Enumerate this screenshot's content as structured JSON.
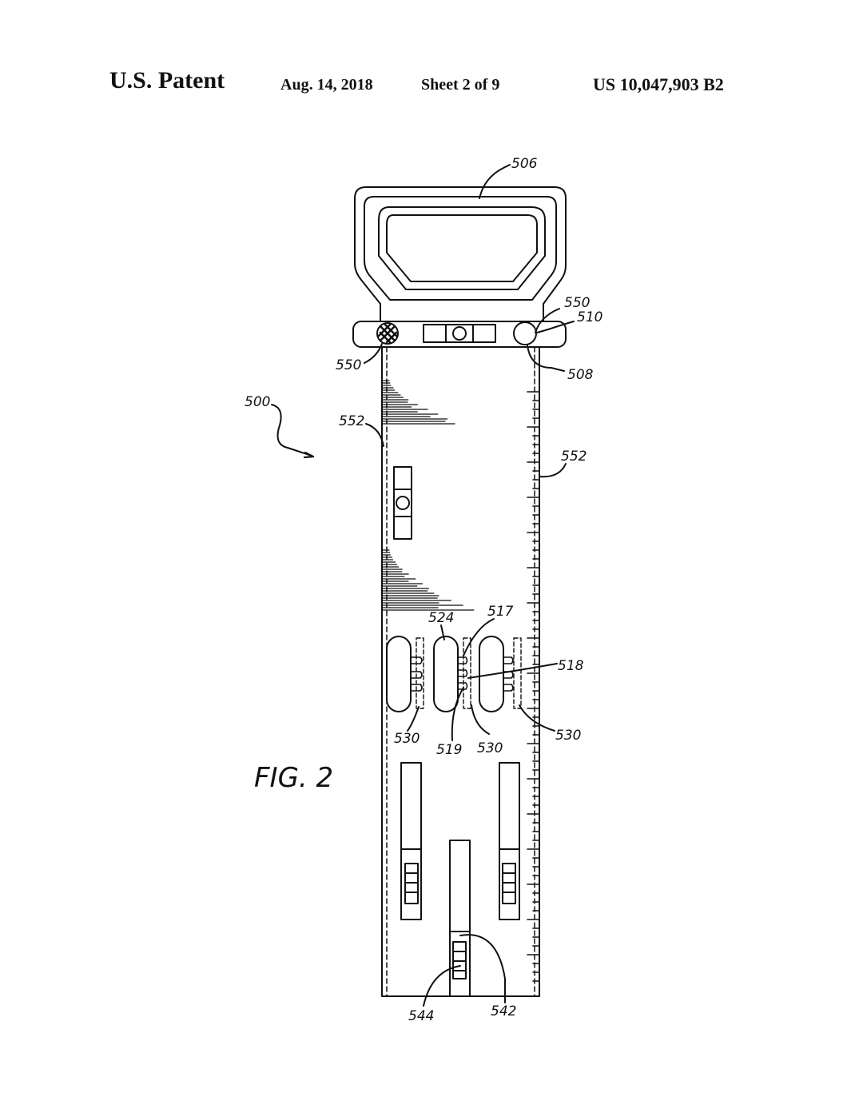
{
  "header": {
    "title": "U.S. Patent",
    "date": "Aug. 14, 2018",
    "sheet": "Sheet 2 of 9",
    "patent_number": "US 10,047,903 B2"
  },
  "figure": {
    "label": "FIG. 2",
    "reference_numerals": {
      "r506": "506",
      "r550_top": "550",
      "r510": "510",
      "r550_left": "550",
      "r508": "508",
      "r500": "500",
      "r552_left": "552",
      "r552_right": "552",
      "r524": "524",
      "r517": "517",
      "r518": "518",
      "r530_left": "530",
      "r519": "519",
      "r530_mid": "530",
      "r530_right": "530",
      "r544": "544",
      "r542": "542"
    }
  },
  "colors": {
    "ink": "#111111",
    "paper": "#ffffff"
  }
}
